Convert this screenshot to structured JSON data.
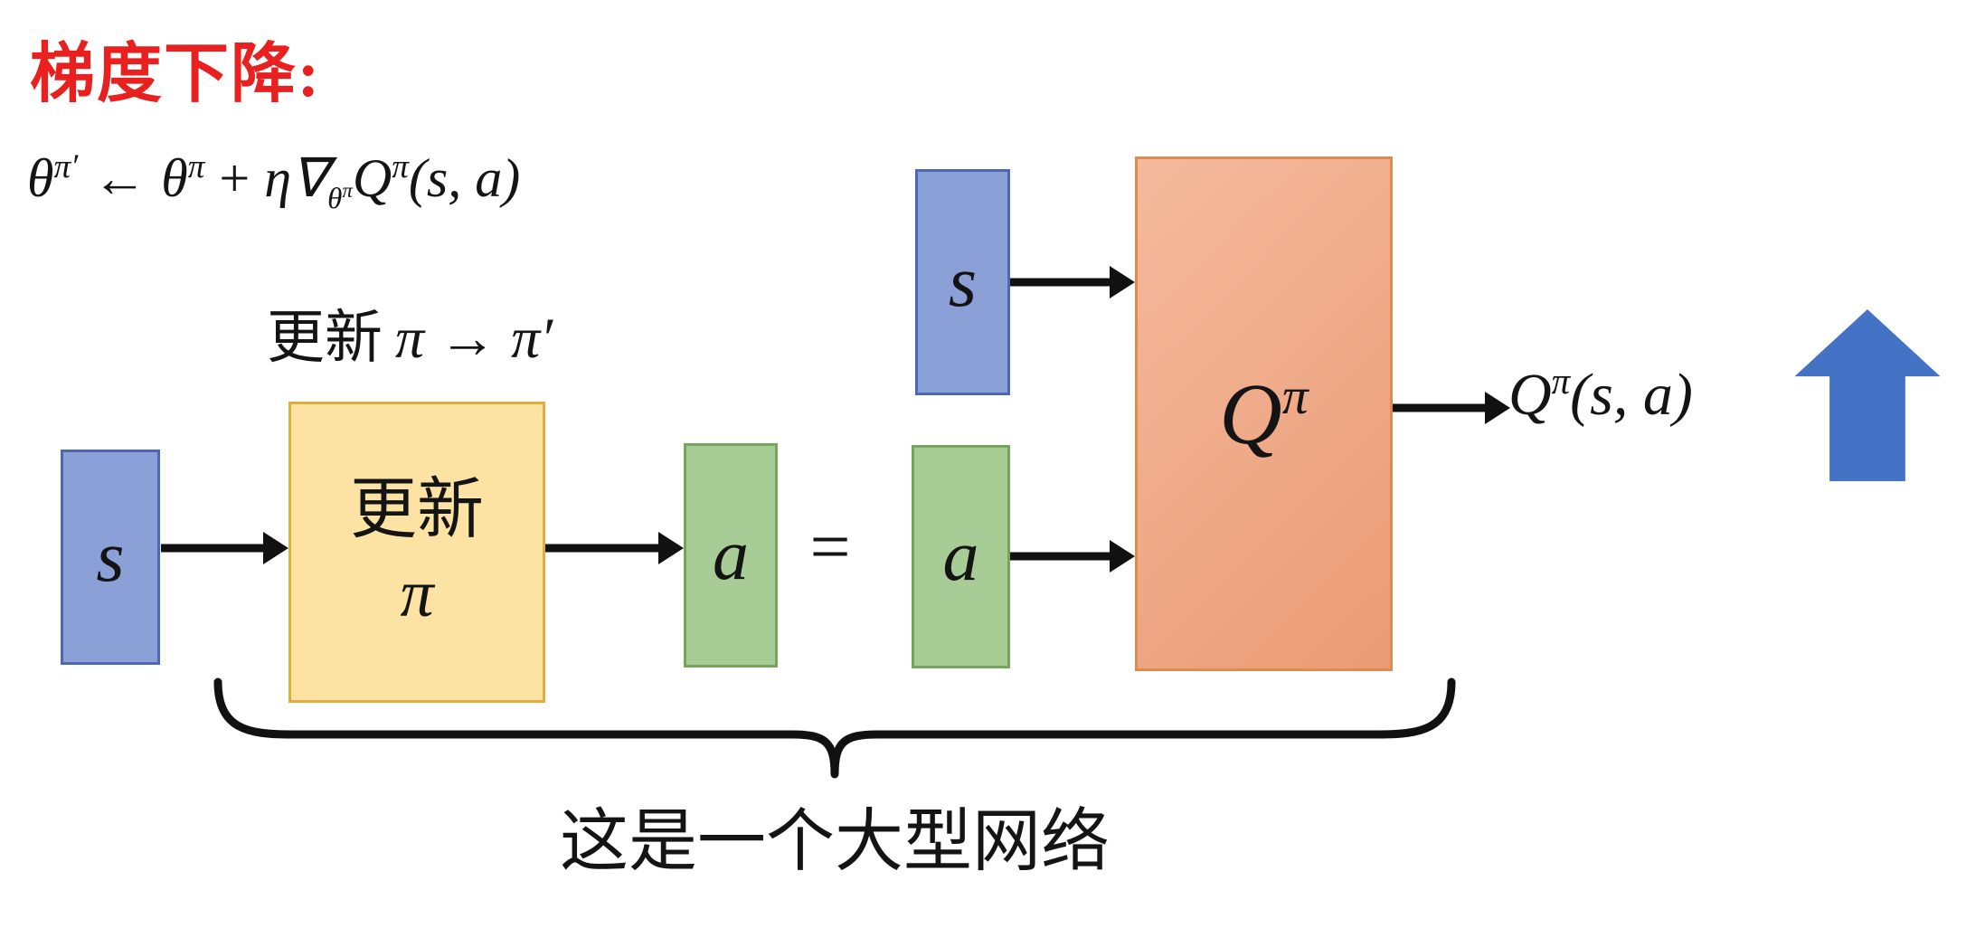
{
  "title": "梯度下降:",
  "formula": {
    "theta_new": "θ",
    "theta_new_sup": "π′",
    "assign_arrow": "←",
    "theta_old": "θ",
    "theta_old_sup": "π",
    "plus": "+",
    "eta_nabla": "η∇",
    "grad_sub_theta": "θ",
    "grad_sub_theta_sup": "π",
    "q": "Q",
    "q_sup": "π",
    "q_args": "(s, a)"
  },
  "update_caption": {
    "cn": "更新",
    "math": "π → π′"
  },
  "boxes": {
    "state_left_label": "s",
    "policy_label_line1": "更新",
    "policy_label_line2": "π",
    "action_out_label": "a",
    "equals": "=",
    "action_in_label": "a",
    "state_top_label": "s",
    "q_network_base": "Q",
    "q_network_sup": "π"
  },
  "output": {
    "base": "Q",
    "sup": "π",
    "args": "(s, a)"
  },
  "brace_caption": "这是一个大型网络",
  "colors": {
    "title_red": "#E8201F",
    "state_box_fill": "#8AA0D6",
    "state_box_border": "#4A68B3",
    "policy_box_fill": "#FCE3A3",
    "policy_box_border": "#DFAE3C",
    "action_box_fill": "#A8CC96",
    "action_box_border": "#76A45F",
    "q_box_fill": "#EFA985",
    "q_box_border": "#E08A4E",
    "big_arrow_blue": "#4472C4",
    "arrow_black": "#111111"
  }
}
